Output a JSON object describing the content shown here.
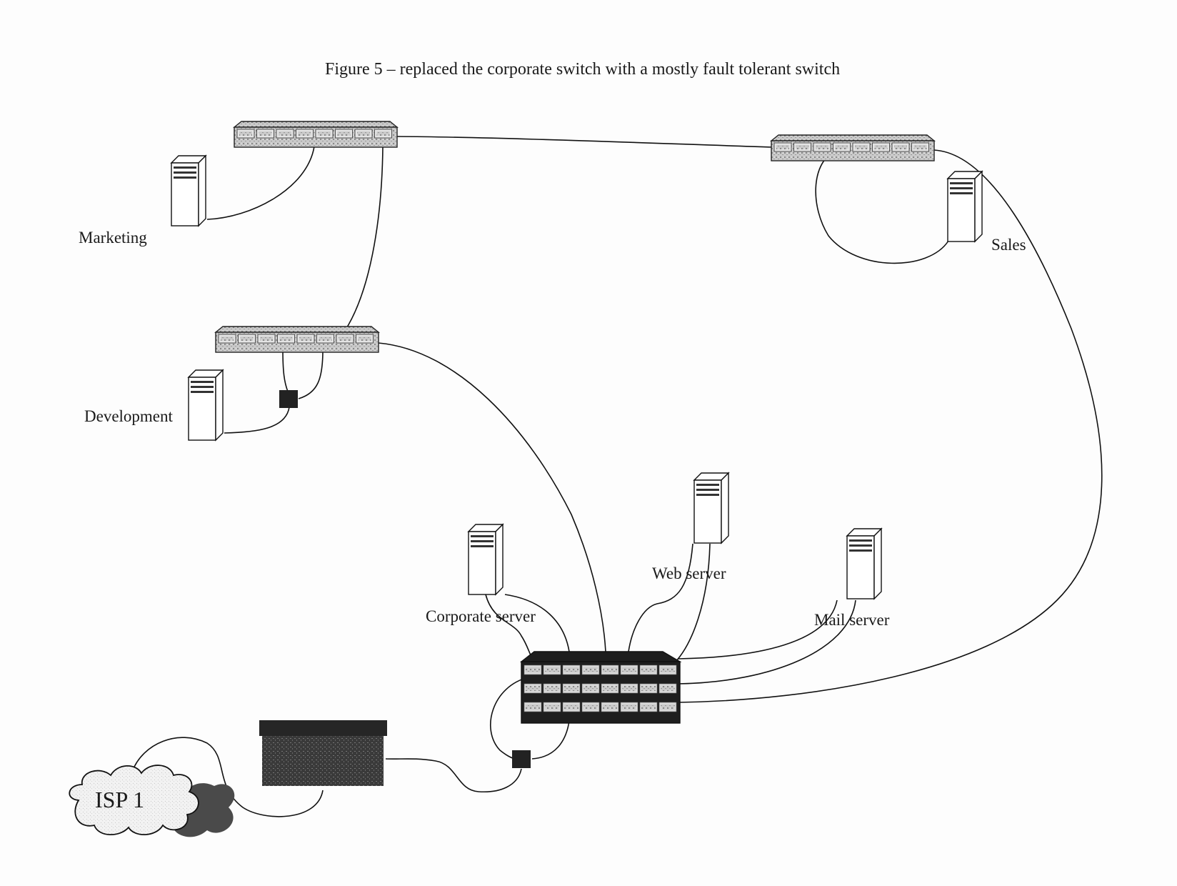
{
  "figure": {
    "title": "Figure 5 – replaced the corporate switch with a mostly fault tolerant switch"
  },
  "labels": {
    "marketing": "Marketing",
    "sales": "Sales",
    "development": "Development",
    "corporate_server": "Corporate server",
    "web_server": "Web server",
    "mail_server": "Mail server",
    "isp": "ISP 1"
  },
  "nodes": [
    {
      "id": "marketing-switch",
      "type": "switch"
    },
    {
      "id": "sales-switch",
      "type": "switch"
    },
    {
      "id": "development-switch",
      "type": "switch"
    },
    {
      "id": "core-switch",
      "type": "fault-tolerant-switch"
    },
    {
      "id": "marketing-server",
      "type": "server"
    },
    {
      "id": "sales-server",
      "type": "server"
    },
    {
      "id": "development-server",
      "type": "server"
    },
    {
      "id": "corporate-server",
      "type": "server"
    },
    {
      "id": "web-server",
      "type": "server"
    },
    {
      "id": "mail-server",
      "type": "server"
    },
    {
      "id": "router",
      "type": "router"
    },
    {
      "id": "isp-cloud",
      "type": "cloud"
    },
    {
      "id": "dev-junction",
      "type": "junction"
    },
    {
      "id": "core-junction",
      "type": "junction"
    }
  ],
  "links": [
    [
      "marketing-switch",
      "sales-switch"
    ],
    [
      "marketing-switch",
      "marketing-server"
    ],
    [
      "marketing-switch",
      "development-switch"
    ],
    [
      "sales-switch",
      "sales-server"
    ],
    [
      "sales-switch",
      "core-switch"
    ],
    [
      "development-switch",
      "dev-junction"
    ],
    [
      "dev-junction",
      "development-server"
    ],
    [
      "development-switch",
      "core-switch"
    ],
    [
      "corporate-server",
      "core-switch"
    ],
    [
      "web-server",
      "core-switch"
    ],
    [
      "mail-server",
      "core-switch"
    ],
    [
      "core-switch",
      "core-junction"
    ],
    [
      "core-junction",
      "router"
    ],
    [
      "router",
      "isp-cloud"
    ]
  ]
}
